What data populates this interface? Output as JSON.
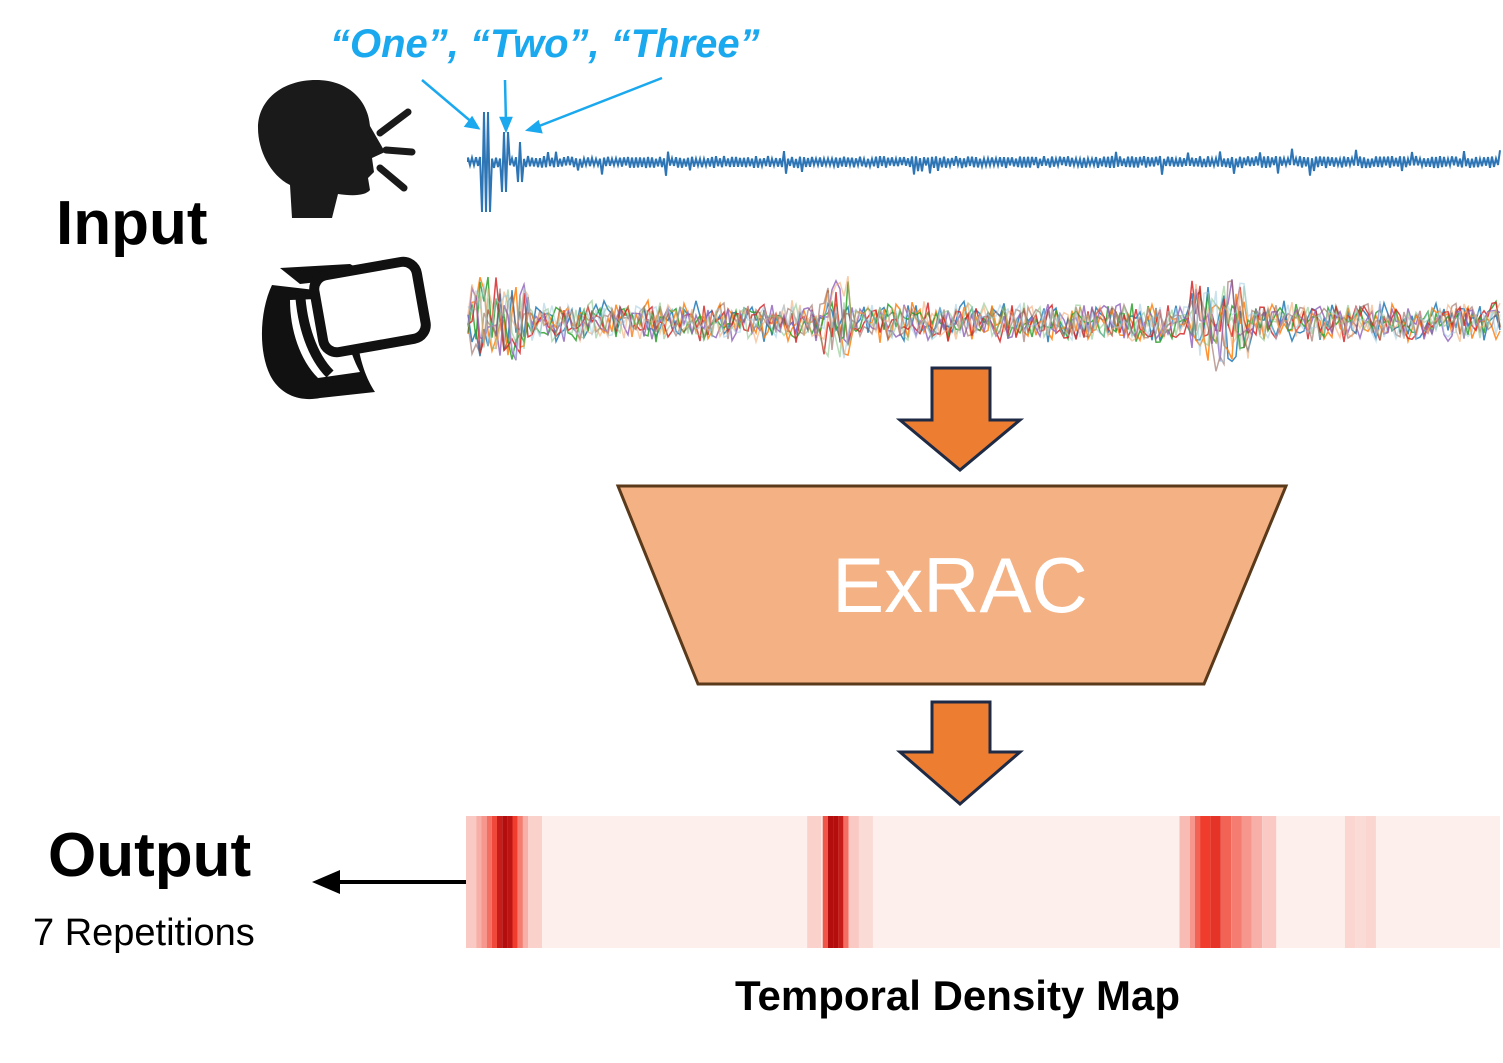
{
  "labels": {
    "input": "Input",
    "output": "Output",
    "repetitions": "7 Repetitions",
    "map_title": "Temporal Density Map",
    "spoken_words": "“One”, “Two”, “Three”",
    "model": "ExRAC"
  },
  "icons": {
    "speaker": "speaking-head-icon",
    "watch": "smartwatch-icon"
  },
  "colors": {
    "audio_wave": "#2e75b6",
    "annotation": "#1aa8ee",
    "arrow_fill": "#ed7d31",
    "arrow_stroke": "#1f2a44",
    "model_fill": "#f4b183",
    "model_stroke": "#5a3a1a",
    "density_base": "#fdf0ec",
    "density_peak": "#b30e0e"
  },
  "chart_data": {
    "type": "heatmap",
    "title": "Temporal Density Map",
    "x": [
      0.0,
      0.01,
      0.015,
      0.02,
      0.025,
      0.03,
      0.035,
      0.04,
      0.045,
      0.05,
      0.055,
      0.06,
      0.33,
      0.345,
      0.35,
      0.355,
      0.36,
      0.365,
      0.37,
      0.38,
      0.69,
      0.7,
      0.705,
      0.71,
      0.72,
      0.73,
      0.74,
      0.75,
      0.76,
      0.77,
      0.85,
      0.86,
      0.87
    ],
    "values": [
      0.15,
      0.25,
      0.35,
      0.5,
      0.65,
      0.9,
      1.0,
      0.95,
      0.7,
      0.45,
      0.25,
      0.12,
      0.12,
      0.6,
      1.0,
      1.0,
      0.9,
      0.5,
      0.15,
      0.08,
      0.2,
      0.35,
      0.55,
      0.7,
      0.75,
      0.55,
      0.45,
      0.35,
      0.25,
      0.15,
      0.1,
      0.08,
      0.1
    ]
  }
}
